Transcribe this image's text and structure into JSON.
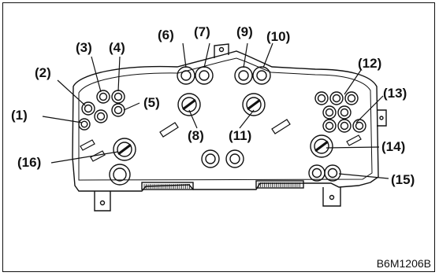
{
  "figure": {
    "code": "B6M1206B",
    "subject": "combination meter circuit board, rear side"
  },
  "callouts": [
    {
      "id": 1,
      "label": "(1)"
    },
    {
      "id": 2,
      "label": "(2)"
    },
    {
      "id": 3,
      "label": "(3)"
    },
    {
      "id": 4,
      "label": "(4)"
    },
    {
      "id": 5,
      "label": "(5)"
    },
    {
      "id": 6,
      "label": "(6)"
    },
    {
      "id": 7,
      "label": "(7)"
    },
    {
      "id": 8,
      "label": "(8)"
    },
    {
      "id": 9,
      "label": "(9)"
    },
    {
      "id": 10,
      "label": "(10)"
    },
    {
      "id": 11,
      "label": "(11)"
    },
    {
      "id": 12,
      "label": "(12)"
    },
    {
      "id": 13,
      "label": "(13)"
    },
    {
      "id": 14,
      "label": "(14)"
    },
    {
      "id": 15,
      "label": "(15)"
    },
    {
      "id": 16,
      "label": "(16)"
    }
  ]
}
